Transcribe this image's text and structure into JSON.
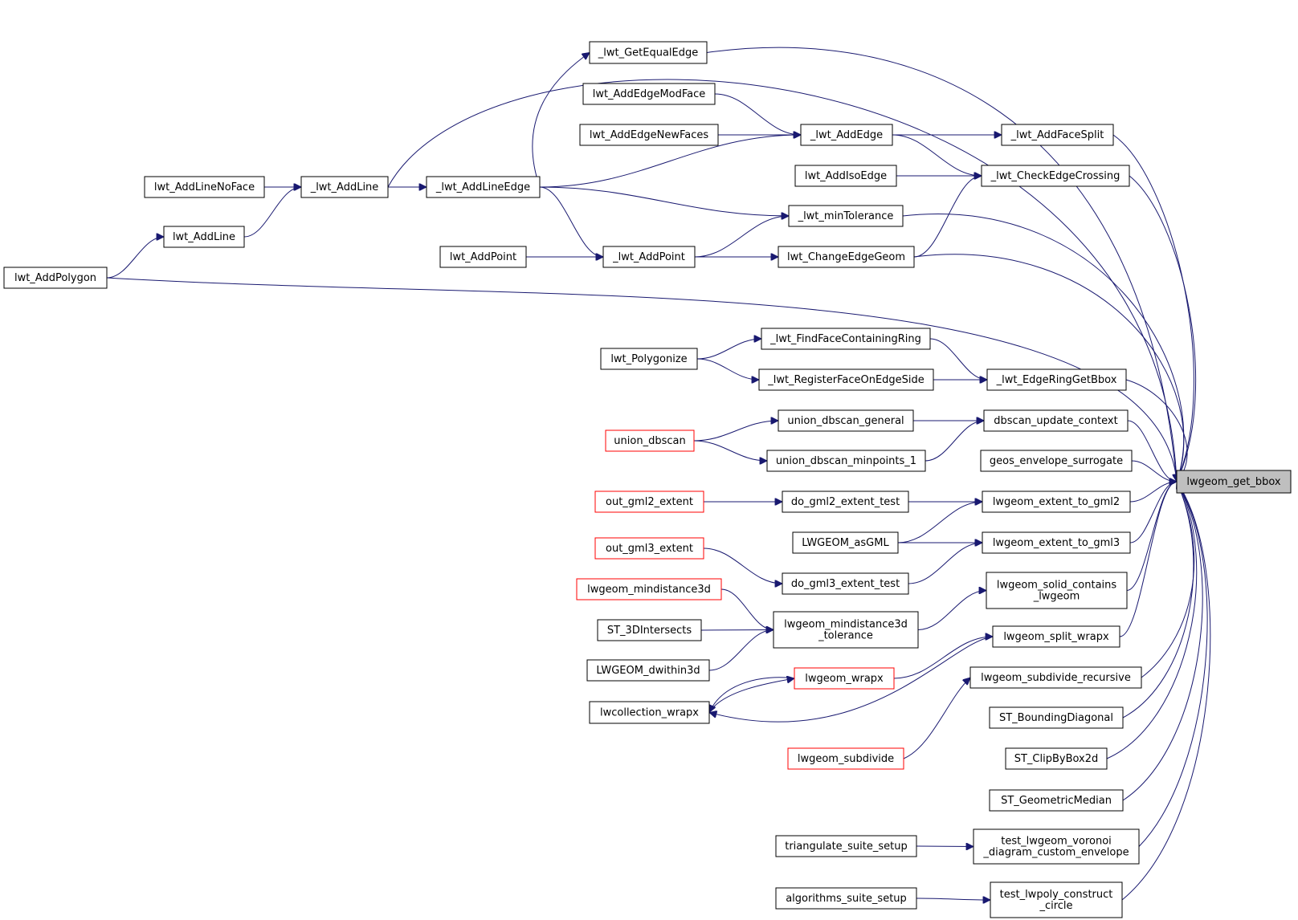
{
  "colors": {
    "edge": "#191970",
    "node_border": "#000000",
    "node_border_incomplete": "#ff0000",
    "focus_fill": "#bfbfbf",
    "background": "#ffffff"
  },
  "graph": {
    "focus_node": "lwgeom_get_bbox",
    "nodes": {
      "lwgeom_get_bbox": {
        "lines": [
          "lwgeom_get_bbox"
        ],
        "style": "focus"
      },
      "_lwt_GetEqualEdge": {
        "lines": [
          "_lwt_GetEqualEdge"
        ],
        "style": "normal"
      },
      "lwt_AddEdgeModFace": {
        "lines": [
          "lwt_AddEdgeModFace"
        ],
        "style": "normal"
      },
      "_lwt_AddEdge": {
        "lines": [
          "_lwt_AddEdge"
        ],
        "style": "normal"
      },
      "_lwt_AddFaceSplit": {
        "lines": [
          "_lwt_AddFaceSplit"
        ],
        "style": "normal"
      },
      "lwt_AddEdgeNewFaces": {
        "lines": [
          "lwt_AddEdgeNewFaces"
        ],
        "style": "normal"
      },
      "lwt_AddIsoEdge": {
        "lines": [
          "lwt_AddIsoEdge"
        ],
        "style": "normal"
      },
      "_lwt_CheckEdgeCrossing": {
        "lines": [
          "_lwt_CheckEdgeCrossing"
        ],
        "style": "normal"
      },
      "lwt_AddLineNoFace": {
        "lines": [
          "lwt_AddLineNoFace"
        ],
        "style": "normal"
      },
      "_lwt_AddLine": {
        "lines": [
          "_lwt_AddLine"
        ],
        "style": "normal"
      },
      "_lwt_AddLineEdge": {
        "lines": [
          "_lwt_AddLineEdge"
        ],
        "style": "normal"
      },
      "_lwt_minTolerance": {
        "lines": [
          "_lwt_minTolerance"
        ],
        "style": "normal"
      },
      "lwt_AddLine": {
        "lines": [
          "lwt_AddLine"
        ],
        "style": "normal"
      },
      "lwt_AddPoint": {
        "lines": [
          "lwt_AddPoint"
        ],
        "style": "normal"
      },
      "_lwt_AddPoint": {
        "lines": [
          "_lwt_AddPoint"
        ],
        "style": "normal"
      },
      "lwt_ChangeEdgeGeom": {
        "lines": [
          "lwt_ChangeEdgeGeom"
        ],
        "style": "normal"
      },
      "lwt_AddPolygon": {
        "lines": [
          "lwt_AddPolygon"
        ],
        "style": "normal"
      },
      "_lwt_FindFaceContainingRing": {
        "lines": [
          "_lwt_FindFaceContainingRing"
        ],
        "style": "normal"
      },
      "lwt_Polygonize": {
        "lines": [
          "lwt_Polygonize"
        ],
        "style": "normal"
      },
      "_lwt_RegisterFaceOnEdgeSide": {
        "lines": [
          "_lwt_RegisterFaceOnEdgeSide"
        ],
        "style": "normal"
      },
      "_lwt_EdgeRingGetBbox": {
        "lines": [
          "_lwt_EdgeRingGetBbox"
        ],
        "style": "normal"
      },
      "union_dbscan_general": {
        "lines": [
          "union_dbscan_general"
        ],
        "style": "normal"
      },
      "dbscan_update_context": {
        "lines": [
          "dbscan_update_context"
        ],
        "style": "normal"
      },
      "union_dbscan": {
        "lines": [
          "union_dbscan"
        ],
        "style": "incomplete"
      },
      "union_dbscan_minpoints_1": {
        "lines": [
          "union_dbscan_minpoints_1"
        ],
        "style": "normal"
      },
      "geos_envelope_surrogate": {
        "lines": [
          "geos_envelope_surrogate"
        ],
        "style": "normal"
      },
      "out_gml2_extent": {
        "lines": [
          "out_gml2_extent"
        ],
        "style": "incomplete"
      },
      "do_gml2_extent_test": {
        "lines": [
          "do_gml2_extent_test"
        ],
        "style": "normal"
      },
      "lwgeom_extent_to_gml2": {
        "lines": [
          "lwgeom_extent_to_gml2"
        ],
        "style": "normal"
      },
      "LWGEOM_asGML": {
        "lines": [
          "LWGEOM_asGML"
        ],
        "style": "normal"
      },
      "lwgeom_extent_to_gml3": {
        "lines": [
          "lwgeom_extent_to_gml3"
        ],
        "style": "normal"
      },
      "out_gml3_extent": {
        "lines": [
          "out_gml3_extent"
        ],
        "style": "incomplete"
      },
      "do_gml3_extent_test": {
        "lines": [
          "do_gml3_extent_test"
        ],
        "style": "normal"
      },
      "lwgeom_solid_contains_lwgeom": {
        "lines": [
          "lwgeom_solid_contains",
          "_lwgeom"
        ],
        "style": "normal"
      },
      "lwgeom_mindistance3d": {
        "lines": [
          "lwgeom_mindistance3d"
        ],
        "style": "incomplete"
      },
      "lwgeom_mindistance3d_tolerance": {
        "lines": [
          "lwgeom_mindistance3d",
          "_tolerance"
        ],
        "style": "normal"
      },
      "ST_3DIntersects": {
        "lines": [
          "ST_3DIntersects"
        ],
        "style": "normal"
      },
      "lwgeom_split_wrapx": {
        "lines": [
          "lwgeom_split_wrapx"
        ],
        "style": "normal"
      },
      "LWGEOM_dwithin3d": {
        "lines": [
          "LWGEOM_dwithin3d"
        ],
        "style": "normal"
      },
      "lwgeom_wrapx": {
        "lines": [
          "lwgeom_wrapx"
        ],
        "style": "incomplete"
      },
      "lwgeom_subdivide_recursive": {
        "lines": [
          "lwgeom_subdivide_recursive"
        ],
        "style": "normal"
      },
      "lwcollection_wrapx": {
        "lines": [
          "lwcollection_wrapx"
        ],
        "style": "normal"
      },
      "ST_BoundingDiagonal": {
        "lines": [
          "ST_BoundingDiagonal"
        ],
        "style": "normal"
      },
      "lwgeom_subdivide": {
        "lines": [
          "lwgeom_subdivide"
        ],
        "style": "incomplete"
      },
      "ST_ClipByBox2d": {
        "lines": [
          "ST_ClipByBox2d"
        ],
        "style": "normal"
      },
      "ST_GeometricMedian": {
        "lines": [
          "ST_GeometricMedian"
        ],
        "style": "normal"
      },
      "triangulate_suite_setup": {
        "lines": [
          "triangulate_suite_setup"
        ],
        "style": "normal"
      },
      "test_lwgeom_voronoi_diagram_custom_envelope": {
        "lines": [
          "test_lwgeom_voronoi",
          "_diagram_custom_envelope"
        ],
        "style": "normal"
      },
      "algorithms_suite_setup": {
        "lines": [
          "algorithms_suite_setup"
        ],
        "style": "normal"
      },
      "test_lwpoly_construct_circle": {
        "lines": [
          "test_lwpoly_construct",
          "_circle"
        ],
        "style": "normal"
      }
    },
    "edges": [
      {
        "from": "_lwt_GetEqualEdge",
        "to": "lwgeom_get_bbox"
      },
      {
        "from": "_lwt_AddLine",
        "to": "lwgeom_get_bbox"
      },
      {
        "from": "_lwt_AddLineEdge",
        "to": "_lwt_GetEqualEdge"
      },
      {
        "from": "lwt_AddEdgeModFace",
        "to": "_lwt_AddEdge"
      },
      {
        "from": "lwt_AddEdgeNewFaces",
        "to": "_lwt_AddEdge"
      },
      {
        "from": "_lwt_AddLineEdge",
        "to": "_lwt_AddEdge"
      },
      {
        "from": "_lwt_AddEdge",
        "to": "_lwt_AddFaceSplit"
      },
      {
        "from": "_lwt_AddEdge",
        "to": "_lwt_CheckEdgeCrossing"
      },
      {
        "from": "lwt_AddIsoEdge",
        "to": "_lwt_CheckEdgeCrossing"
      },
      {
        "from": "lwt_ChangeEdgeGeom",
        "to": "_lwt_CheckEdgeCrossing"
      },
      {
        "from": "_lwt_AddFaceSplit",
        "to": "lwgeom_get_bbox"
      },
      {
        "from": "_lwt_CheckEdgeCrossing",
        "to": "lwgeom_get_bbox"
      },
      {
        "from": "lwt_AddLineNoFace",
        "to": "_lwt_AddLine"
      },
      {
        "from": "lwt_AddLine",
        "to": "_lwt_AddLine"
      },
      {
        "from": "_lwt_AddLine",
        "to": "_lwt_AddLineEdge"
      },
      {
        "from": "lwt_AddPolygon",
        "to": "lwt_AddLine"
      },
      {
        "from": "_lwt_AddLineEdge",
        "to": "_lwt_minTolerance"
      },
      {
        "from": "_lwt_AddPoint",
        "to": "_lwt_minTolerance"
      },
      {
        "from": "_lwt_minTolerance",
        "to": "lwgeom_get_bbox"
      },
      {
        "from": "_lwt_AddLineEdge",
        "to": "_lwt_AddPoint"
      },
      {
        "from": "lwt_AddPoint",
        "to": "_lwt_AddPoint"
      },
      {
        "from": "_lwt_AddPoint",
        "to": "lwt_ChangeEdgeGeom"
      },
      {
        "from": "lwt_ChangeEdgeGeom",
        "to": "lwgeom_get_bbox"
      },
      {
        "from": "lwt_AddPolygon",
        "to": "lwgeom_get_bbox"
      },
      {
        "from": "lwt_Polygonize",
        "to": "_lwt_FindFaceContainingRing"
      },
      {
        "from": "lwt_Polygonize",
        "to": "_lwt_RegisterFaceOnEdgeSide"
      },
      {
        "from": "_lwt_FindFaceContainingRing",
        "to": "_lwt_EdgeRingGetBbox"
      },
      {
        "from": "_lwt_RegisterFaceOnEdgeSide",
        "to": "_lwt_EdgeRingGetBbox"
      },
      {
        "from": "_lwt_EdgeRingGetBbox",
        "to": "lwgeom_get_bbox"
      },
      {
        "from": "union_dbscan",
        "to": "union_dbscan_general"
      },
      {
        "from": "union_dbscan",
        "to": "union_dbscan_minpoints_1"
      },
      {
        "from": "union_dbscan_general",
        "to": "dbscan_update_context"
      },
      {
        "from": "union_dbscan_minpoints_1",
        "to": "dbscan_update_context"
      },
      {
        "from": "dbscan_update_context",
        "to": "lwgeom_get_bbox"
      },
      {
        "from": "geos_envelope_surrogate",
        "to": "lwgeom_get_bbox"
      },
      {
        "from": "out_gml2_extent",
        "to": "do_gml2_extent_test"
      },
      {
        "from": "do_gml2_extent_test",
        "to": "lwgeom_extent_to_gml2"
      },
      {
        "from": "LWGEOM_asGML",
        "to": "lwgeom_extent_to_gml2"
      },
      {
        "from": "lwgeom_extent_to_gml2",
        "to": "lwgeom_get_bbox"
      },
      {
        "from": "LWGEOM_asGML",
        "to": "lwgeom_extent_to_gml3"
      },
      {
        "from": "out_gml3_extent",
        "to": "do_gml3_extent_test"
      },
      {
        "from": "do_gml3_extent_test",
        "to": "lwgeom_extent_to_gml3"
      },
      {
        "from": "lwgeom_extent_to_gml3",
        "to": "lwgeom_get_bbox"
      },
      {
        "from": "lwgeom_solid_contains_lwgeom",
        "to": "lwgeom_get_bbox"
      },
      {
        "from": "lwgeom_mindistance3d",
        "to": "lwgeom_mindistance3d_tolerance"
      },
      {
        "from": "ST_3DIntersects",
        "to": "lwgeom_mindistance3d_tolerance"
      },
      {
        "from": "LWGEOM_dwithin3d",
        "to": "lwgeom_mindistance3d_tolerance"
      },
      {
        "from": "lwgeom_mindistance3d_tolerance",
        "to": "lwgeom_solid_contains_lwgeom"
      },
      {
        "from": "lwgeom_split_wrapx",
        "to": "lwgeom_get_bbox"
      },
      {
        "from": "lwgeom_wrapx",
        "to": "lwgeom_split_wrapx"
      },
      {
        "from": "lwcollection_wrapx",
        "to": "lwgeom_wrapx"
      },
      {
        "from": "lwgeom_wrapx",
        "to": "lwcollection_wrapx"
      },
      {
        "from": "lwgeom_split_wrapx",
        "to": "lwcollection_wrapx"
      },
      {
        "from": "lwgeom_subdivide_recursive",
        "to": "lwgeom_get_bbox"
      },
      {
        "from": "lwgeom_subdivide",
        "to": "lwgeom_subdivide_recursive"
      },
      {
        "from": "ST_BoundingDiagonal",
        "to": "lwgeom_get_bbox"
      },
      {
        "from": "ST_ClipByBox2d",
        "to": "lwgeom_get_bbox"
      },
      {
        "from": "ST_GeometricMedian",
        "to": "lwgeom_get_bbox"
      },
      {
        "from": "triangulate_suite_setup",
        "to": "test_lwgeom_voronoi_diagram_custom_envelope"
      },
      {
        "from": "test_lwgeom_voronoi_diagram_custom_envelope",
        "to": "lwgeom_get_bbox"
      },
      {
        "from": "algorithms_suite_setup",
        "to": "test_lwpoly_construct_circle"
      },
      {
        "from": "test_lwpoly_construct_circle",
        "to": "lwgeom_get_bbox"
      }
    ]
  }
}
